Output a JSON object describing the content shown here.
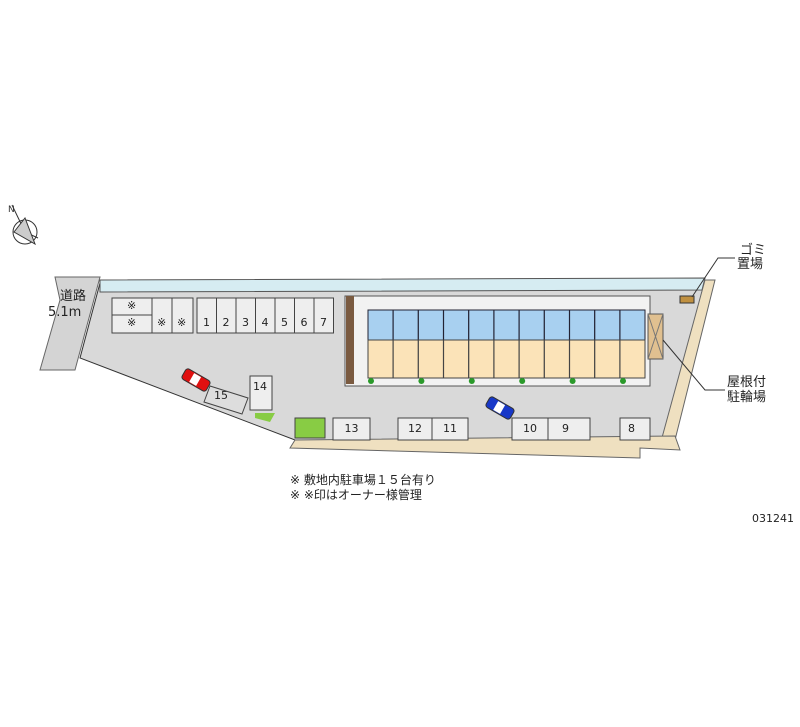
{
  "road": {
    "name": "道路",
    "width": "5.1m"
  },
  "parking_top": {
    "owner_marks": [
      "※",
      "※",
      "※",
      "※"
    ],
    "slots": [
      "1",
      "2",
      "3",
      "4",
      "5",
      "6",
      "7"
    ]
  },
  "parking_bottom": {
    "slots": [
      "13",
      "12",
      "11",
      "10",
      "9",
      "8"
    ]
  },
  "parking_side": {
    "slots": [
      "14",
      "15"
    ]
  },
  "labels": {
    "garbage": [
      "ゴミ",
      "置場"
    ],
    "bicycle": [
      "屋根付",
      "駐輪場"
    ]
  },
  "notes": [
    "※ 敷地内駐車場１５台有り",
    "※ ※印はオーナー様管理"
  ],
  "code": "031241",
  "colors": {
    "lot": "#d9d9d9",
    "road_side": "#efe0c0",
    "building_floor": "#fbe3b8",
    "car_red": "#e01010",
    "car_blue": "#1838c8"
  }
}
